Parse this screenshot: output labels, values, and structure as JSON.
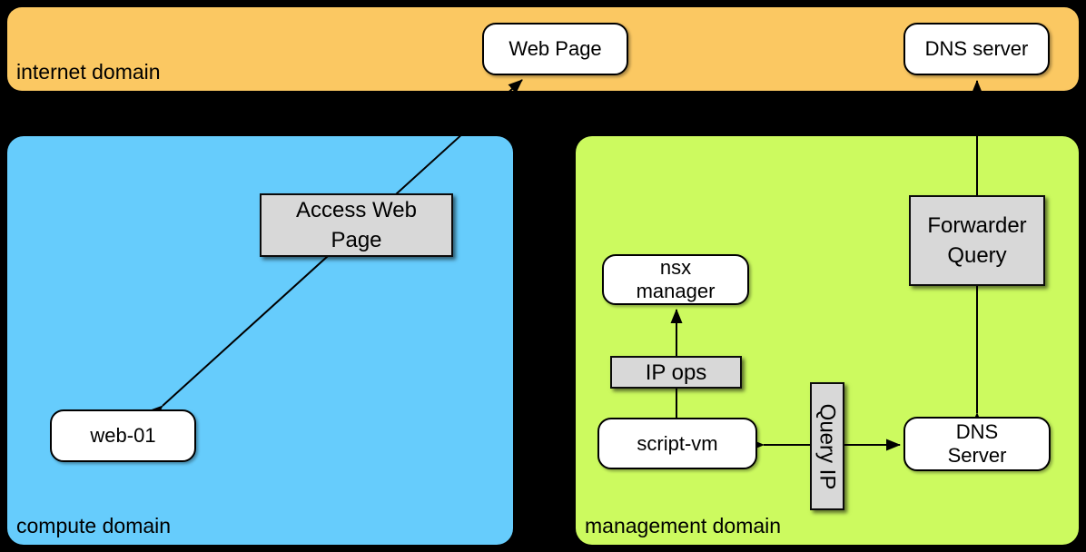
{
  "diagram": {
    "background": "#000000",
    "domains": {
      "internet": {
        "label": "internet domain",
        "color": "#FBC862"
      },
      "compute": {
        "label": "compute domain",
        "color": "#66CCFC"
      },
      "management": {
        "label": "management domain",
        "color": "#CCFA5F"
      }
    },
    "nodes": {
      "web_page": {
        "label": "Web Page"
      },
      "dns_server_internet": {
        "label": "DNS server"
      },
      "web01": {
        "label": "web-01"
      },
      "nsx_manager": {
        "line1": "nsx",
        "line2": "manager"
      },
      "script_vm": {
        "label": "script-vm"
      },
      "dns_server_mgmt": {
        "line1": "DNS",
        "line2": "Server"
      }
    },
    "edge_labels": {
      "access_web_page": {
        "line1": "Access Web",
        "line2": "Page"
      },
      "forwarder_query": {
        "line1": "Forwarder",
        "line2": "Query"
      },
      "ip_ops": {
        "label": "IP ops"
      },
      "query_ip": {
        "label": "Query IP"
      }
    },
    "edges": [
      {
        "from": "web-01",
        "to": "Web Page",
        "label": "Access Web Page",
        "direction": "both"
      },
      {
        "from": "script-vm",
        "to": "nsx manager",
        "label": "IP ops",
        "direction": "to"
      },
      {
        "from": "script-vm",
        "to": "DNS Server",
        "label": "Query IP",
        "direction": "both"
      },
      {
        "from": "DNS server",
        "to": "DNS Server",
        "label": "Forwarder Query",
        "direction": "both"
      }
    ],
    "node_style": {
      "fill": "#FFFFFF",
      "border": "#000000",
      "edge_label_fill": "#D8D8D8",
      "line_color": "#000000"
    }
  }
}
